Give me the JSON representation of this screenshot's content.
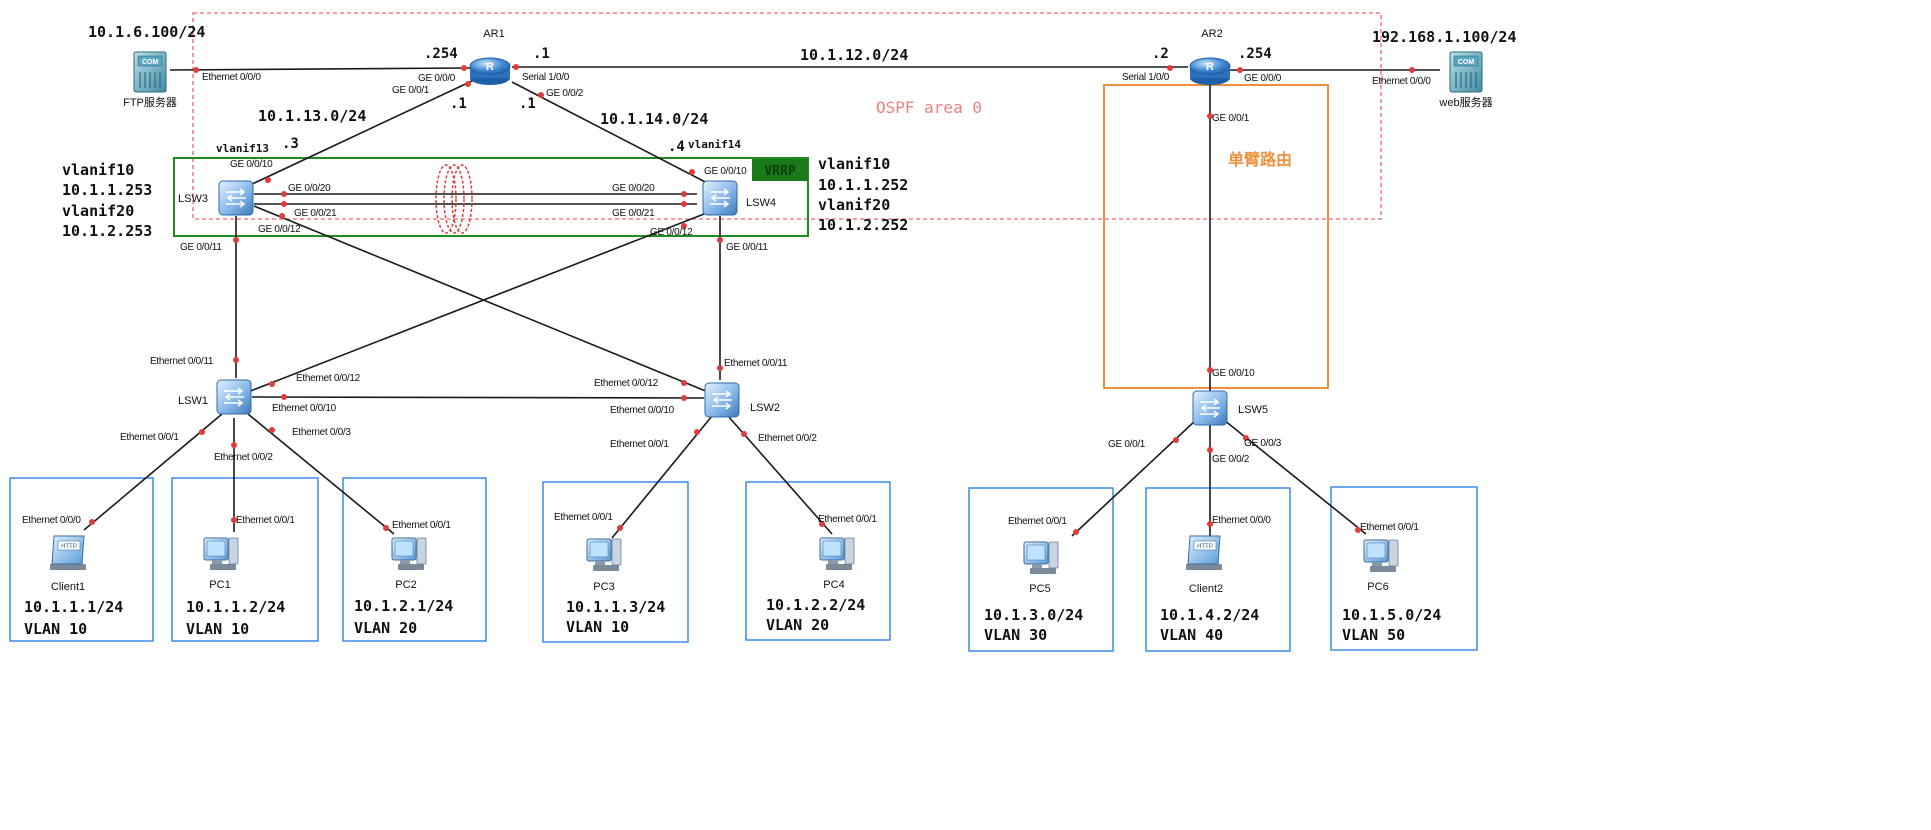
{
  "labels": {
    "ftp_ip": "10.1.6.100/24",
    "web_ip": "192.168.1.100/24",
    "net_12": "10.1.12.0/24",
    "net_13": "10.1.13.0/24",
    "net_14": "10.1.14.0/24",
    "ospf": "OSPF area 0",
    "one_arm": "单臂路由",
    "vrrp": "VRRP",
    "ar1_254": ".254",
    "ar1_1_serial": ".1",
    "ar1_1_g1": ".1",
    "ar1_1_g2": ".1",
    "ar2_2": ".2",
    "ar2_254": ".254",
    "lsw3_3": ".3",
    "lsw4_4": ".4",
    "vlanif13": "vlanif13",
    "vlanif14": "vlanif14",
    "lsw3_vl10": "vlanif10",
    "lsw3_vl10_ip": "10.1.1.253",
    "lsw3_vl20": "vlanif20",
    "lsw3_vl20_ip": "10.1.2.253",
    "lsw4_vl10": "vlanif10",
    "lsw4_vl10_ip": "10.1.1.252",
    "lsw4_vl20": "vlanif20",
    "lsw4_vl20_ip": "10.1.2.252"
  },
  "devices": {
    "ar1": "AR1",
    "ar2": "AR2",
    "ftp": "FTP服务器",
    "web": "web服务器",
    "lsw1": "LSW1",
    "lsw2": "LSW2",
    "lsw3": "LSW3",
    "lsw4": "LSW4",
    "lsw5": "LSW5",
    "client1": "Client1",
    "client2": "Client2",
    "pc1": "PC1",
    "pc2": "PC2",
    "pc3": "PC3",
    "pc4": "PC4",
    "pc5": "PC5",
    "pc6": "PC6",
    "server_tag": "COM",
    "client_tag": "HTTP"
  },
  "ports": {
    "ftp_e000": "Ethernet 0/0/0",
    "ar1_g000": "GE 0/0/0",
    "ar1_g001": "GE 0/0/1",
    "ar1_s100": "Serial 1/0/0",
    "ar1_g002": "GE 0/0/2",
    "ar2_s100": "Serial 1/0/0",
    "ar2_g000": "GE 0/0/0",
    "ar2_g001": "GE 0/0/1",
    "web_e000": "Ethernet 0/0/0",
    "lsw3_g0010": "GE 0/0/10",
    "lsw3_g0020": "GE 0/0/20",
    "lsw3_g0021": "GE 0/0/21",
    "lsw3_g0012": "GE 0/0/12",
    "lsw3_g0011": "GE 0/0/11",
    "lsw4_g0010": "GE 0/0/10",
    "lsw4_g0020": "GE 0/0/20",
    "lsw4_g0021": "GE 0/0/21",
    "lsw4_g0012": "GE 0/0/12",
    "lsw4_g0011": "GE 0/0/11",
    "lsw1_e0011": "Ethernet 0/0/11",
    "lsw1_e0012": "Ethernet 0/0/12",
    "lsw1_e0010": "Ethernet 0/0/10",
    "lsw1_e001": "Ethernet 0/0/1",
    "lsw1_e002": "Ethernet 0/0/2",
    "lsw1_e003": "Ethernet 0/0/3",
    "lsw2_e0011": "Ethernet 0/0/11",
    "lsw2_e0012": "Ethernet 0/0/12",
    "lsw2_e0010": "Ethernet 0/0/10",
    "lsw2_e001": "Ethernet 0/0/1",
    "lsw2_e002": "Ethernet 0/0/2",
    "lsw5_g0010": "GE 0/0/10",
    "lsw5_g001": "GE 0/0/1",
    "lsw5_g002": "GE 0/0/2",
    "lsw5_g003": "GE 0/0/3",
    "client1_e000": "Ethernet 0/0/0",
    "pc1_e001": "Ethernet 0/0/1",
    "pc2_e001": "Ethernet 0/0/1",
    "pc3_e001": "Ethernet 0/0/1",
    "pc4_e001": "Ethernet 0/0/1",
    "pc5_e001": "Ethernet 0/0/1",
    "client2_e000": "Ethernet 0/0/0",
    "pc6_e001": "Ethernet 0/0/1"
  },
  "hosts": [
    {
      "ip": "10.1.1.1/24",
      "vlan": "VLAN 10"
    },
    {
      "ip": "10.1.1.2/24",
      "vlan": "VLAN 10"
    },
    {
      "ip": "10.1.2.1/24",
      "vlan": "VLAN 20"
    },
    {
      "ip": "10.1.1.3/24",
      "vlan": "VLAN 10"
    },
    {
      "ip": "10.1.2.2/24",
      "vlan": "VLAN 20"
    },
    {
      "ip": "10.1.3.0/24",
      "vlan": "VLAN 30"
    },
    {
      "ip": "10.1.4.2/24",
      "vlan": "VLAN 40"
    },
    {
      "ip": "10.1.5.0/24",
      "vlan": "VLAN 50"
    }
  ],
  "colors": {
    "ospf_box": "#f08080",
    "vrrp_box": "#1e8c1e",
    "vrrp_badge": "#1a7a1a",
    "one_arm_box": "#f0903c",
    "host_box": "#3c8ce6",
    "port_dot": "#e23b3b",
    "router_blue": "#4a8fd8"
  }
}
